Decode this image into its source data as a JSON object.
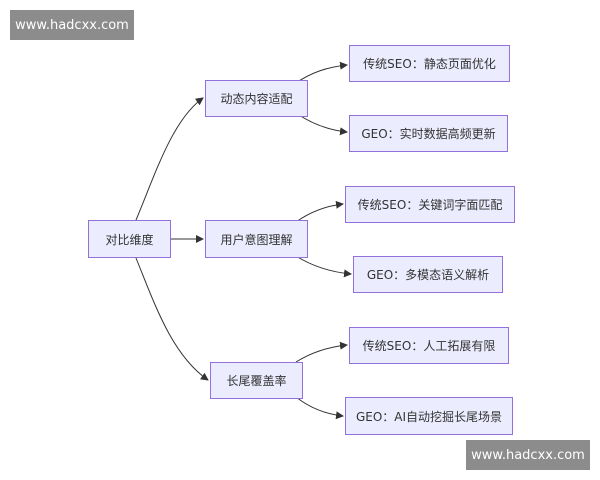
{
  "watermarks": {
    "top": "www.hadcxx.com",
    "bottom": "www.hadcxx.com"
  },
  "colors": {
    "node_fill": "#ececff",
    "node_border": "#9370db",
    "edge": "#333333",
    "watermark_bg": "#8c8c8c"
  },
  "diagram": {
    "root": "对比维度",
    "categories": [
      {
        "label": "动态内容适配",
        "traditional": "传统SEO：静态页面优化",
        "geo": "GEO：实时数据高频更新"
      },
      {
        "label": "用户意图理解",
        "traditional": "传统SEO：关键词字面匹配",
        "geo": "GEO：多模态语义解析"
      },
      {
        "label": "长尾覆盖率",
        "traditional": "传统SEO：人工拓展有限",
        "geo": "GEO：AI自动挖掘长尾场景"
      }
    ]
  }
}
